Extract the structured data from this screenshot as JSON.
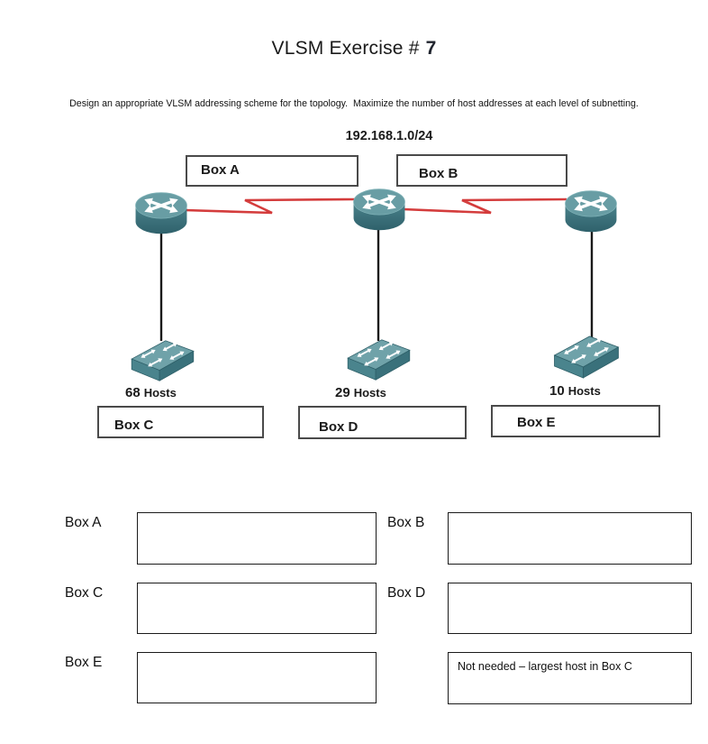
{
  "title": {
    "prefix": "VLSM Exercise #",
    "number": "7"
  },
  "instruction": "Design an appropriate VLSM addressing scheme for the topology.  Maximize the number of host addresses at each level of subnetting.",
  "topology": {
    "network_address": "192.168.1.0/24",
    "serial_boxes": {
      "a": "Box A",
      "b": "Box B"
    },
    "lan_segments": [
      {
        "box_label": "Box C",
        "hosts_count": "68",
        "hosts_unit": "Hosts"
      },
      {
        "box_label": "Box D",
        "hosts_count": "29",
        "hosts_unit": "Hosts"
      },
      {
        "box_label": "Box E",
        "hosts_count": "10",
        "hosts_unit": "Hosts"
      }
    ],
    "icons": {
      "router": "router-icon",
      "switch": "switch-icon",
      "serial_link": "serial-link-zigzag",
      "lan_link": "ethernet-link"
    }
  },
  "answers": {
    "a": {
      "label": "Box A",
      "value": ""
    },
    "b": {
      "label": "Box B",
      "value": ""
    },
    "c": {
      "label": "Box C",
      "value": ""
    },
    "d": {
      "label": "Box D",
      "value": ""
    },
    "e": {
      "label": "Box E",
      "value": ""
    },
    "note": "Not needed – largest host in Box C"
  },
  "colors": {
    "device_teal_top": "#689DA4",
    "device_teal_body": "#417981",
    "serial_link_red": "#D43C3C",
    "line_black": "#1a1a1a"
  }
}
